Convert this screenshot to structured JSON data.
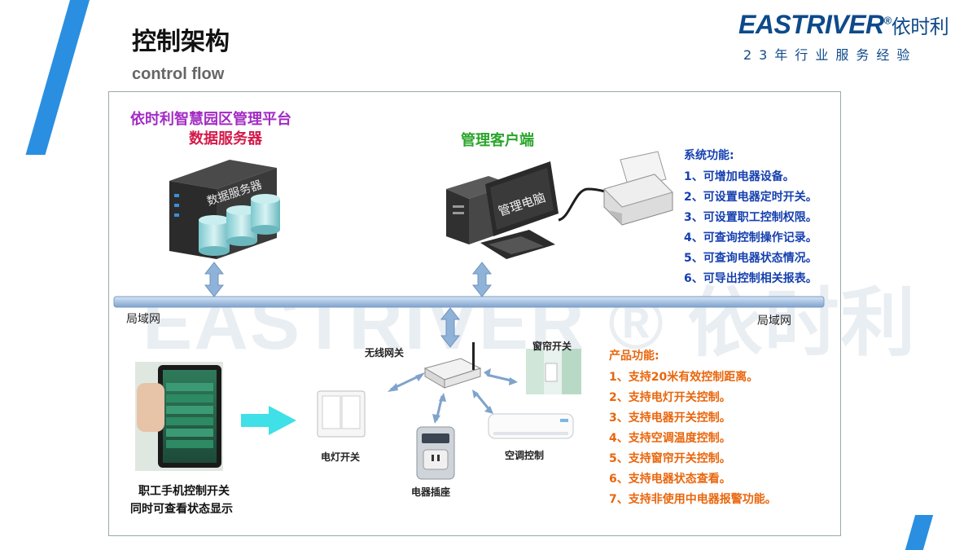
{
  "header": {
    "title": "控制架构",
    "subtitle": "control flow"
  },
  "logo": {
    "brand": "EASTRIVER",
    "reg_mark": "®",
    "brand_cn": "依时利",
    "tagline": "23年行业服务经验"
  },
  "watermark": {
    "text": "EASTRIVER ® 依时利"
  },
  "diagram": {
    "platform_title": "依时利智慧园区管理平台",
    "server_title": "数据服务器",
    "server_box_label": "数据服务器",
    "client_title": "管理客户端",
    "client_screen_label": "管理电脑",
    "lan_left": "局域网",
    "lan_right": "局域网",
    "gateway_label": "无线网关",
    "curtain_label": "窗帘开关",
    "light_label": "电灯开关",
    "socket_label": "电器插座",
    "ac_label": "空调控制",
    "phone_caption_1": "职工手机控制开关",
    "phone_caption_2": "同时可查看状态显示",
    "colors": {
      "platform": "#a22bc4",
      "server": "#d21a4a",
      "client": "#2aa52a",
      "system_list": "#1640b0",
      "product_list": "#e9660c",
      "arrow": "#8fb2d8",
      "big_arrow": "#3fe0e8"
    }
  },
  "system_functions": {
    "title": "系统功能:",
    "items": [
      "1、可增加电器设备。",
      "2、可设置电器定时开关。",
      "3、可设置职工控制权限。",
      "4、可查询控制操作记录。",
      "5、可查询电器状态情况。",
      "6、可导出控制相关报表。"
    ]
  },
  "product_functions": {
    "title": "产品功能:",
    "items": [
      "1、支持20米有效控制距离。",
      "2、支持电灯开关控制。",
      "3、支持电器开关控制。",
      "4、支持空调温度控制。",
      "5、支持窗帘开关控制。",
      "6、支持电器状态查看。",
      "7、支持非使用中电器报警功能。"
    ]
  }
}
